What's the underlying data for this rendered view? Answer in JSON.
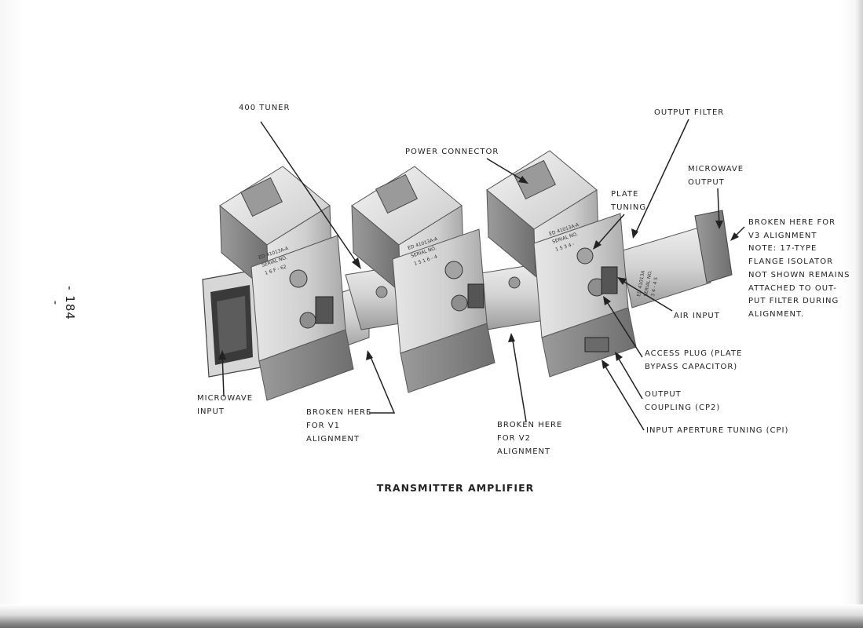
{
  "page_number": "- 184 -",
  "caption": "TRANSMITTER AMPLIFIER",
  "labels": {
    "tuner_400": "400 TUNER",
    "output_filter": "OUTPUT FILTER",
    "power_connector": "POWER CONNECTOR",
    "microwave_output": [
      "MICROWAVE",
      "OUTPUT"
    ],
    "plate_tuning": [
      "PLATE",
      "TUNING"
    ],
    "broken_v3": [
      "BROKEN HERE FOR",
      "V3 ALIGNMENT",
      "NOTE: 17-TYPE",
      "FLANGE ISOLATOR",
      "NOT SHOWN REMAINS",
      "ATTACHED TO OUT-",
      "PUT FILTER DURING",
      "ALIGNMENT."
    ],
    "air_input": "AIR INPUT",
    "access_plug": [
      "ACCESS PLUG (PLATE",
      "BYPASS CAPACITOR)"
    ],
    "output_coupling": [
      "OUTPUT",
      "COUPLING (CP2)"
    ],
    "input_aperture": "INPUT APERTURE TUNING (CPI)",
    "microwave_input": [
      "MICROWAVE",
      "INPUT"
    ],
    "broken_v1": [
      "BROKEN HERE",
      "FOR V1",
      "ALIGNMENT"
    ],
    "broken_v2": [
      "BROKEN HERE",
      "FOR V2",
      "ALIGNMENT"
    ]
  },
  "photo": {
    "plate_texts": [
      [
        "ED 41013A-A",
        "SERIAL NO.",
        "1 6 F - 62"
      ],
      [
        "ED 41013A-A",
        "SERIAL NO.",
        "1 5 1 6 - 4"
      ],
      [
        "ED 41013A-A",
        "SERIAL NO.",
        "1 5 3 4 -"
      ],
      [
        "ED 41013A",
        "SERIAL NO.",
        "3 4 - 4 5"
      ]
    ]
  }
}
